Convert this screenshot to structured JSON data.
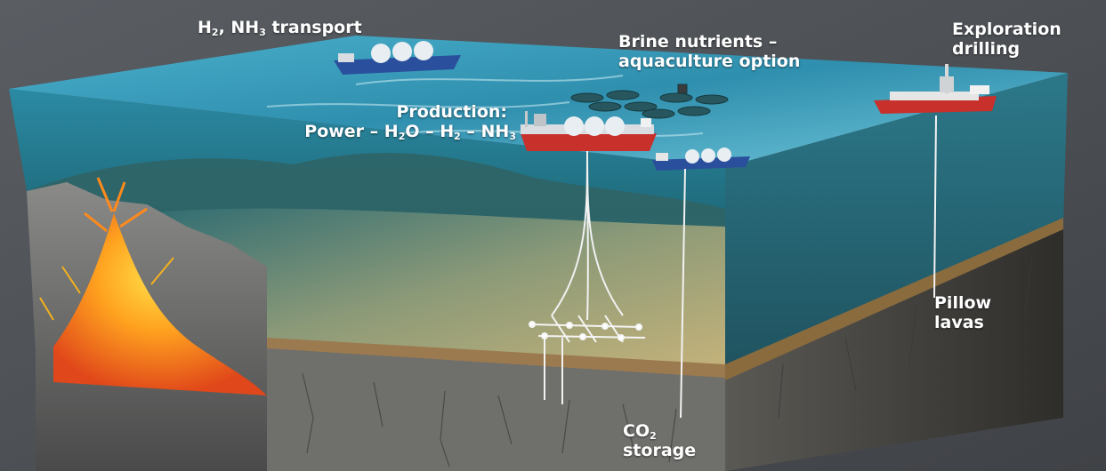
{
  "colors": {
    "background": "#4b4f54",
    "sea_surface": "#2f8fae",
    "water_deep": "#1c5f73",
    "seafloor": "#a79a68",
    "rock": "#6e6e6e",
    "lava": "#f57c13",
    "ship_red": "#c8302c",
    "ship_blue": "#2a4f9c",
    "tank_white": "#e8eef2"
  },
  "icons": [
    "lng-carrier-ship",
    "fpso-production-ship",
    "tanker-ship",
    "drilling-ship",
    "aquaculture-pens",
    "subsea-template",
    "volcano"
  ],
  "labels": {
    "transport": {
      "p1": "H",
      "s1": "2",
      "p2": ", NH",
      "s2": "3",
      "p3": " transport"
    },
    "brine": {
      "line1": "Brine nutrients –",
      "line2": "aquaculture option"
    },
    "exploration": {
      "line1": "Exploration",
      "line2": "drilling"
    },
    "production": {
      "line1": "Production:",
      "p1": "Power – H",
      "s1": "2",
      "p2": "O – H",
      "s2": "2",
      "p3": " – NH",
      "s3": "3"
    },
    "pillow": {
      "line1": "Pillow",
      "line2": "lavas"
    },
    "co2": {
      "p1": "CO",
      "s1": "2",
      "line2": "storage"
    }
  }
}
